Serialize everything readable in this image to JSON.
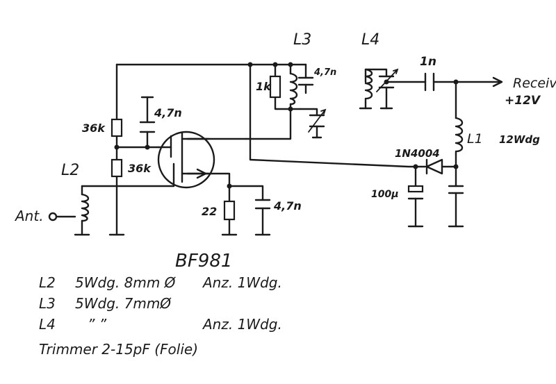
{
  "labels": {
    "l3": "L3",
    "l4": "L4",
    "c_1n": "1n",
    "receiver": "Receiver",
    "plus12v": "+12V",
    "c_47n_a": "4,7n",
    "r_1k": "1k",
    "c_47n_b": "4,7n",
    "r_36k_a": "36k",
    "r_36k_b": "36k",
    "l2": "L2",
    "ant": "Ant.",
    "l1": "L1",
    "l1_wdg": "12Wdg",
    "diode": "1N4004",
    "c_100u": "100µ",
    "r_22": "22",
    "c_47n_c": "4,7n",
    "transistor": "BF981"
  },
  "notes": [
    {
      "coil": "L2",
      "spec": "5Wdg. 8mm Ø",
      "tap": "Anz. 1Wdg."
    },
    {
      "coil": "L3",
      "spec": "5Wdg. 7mmØ",
      "tap": ""
    },
    {
      "coil": "L4",
      "spec": "”          ”",
      "tap": "Anz. 1Wdg."
    }
  ],
  "trimmer": "Trimmer 2-15pF (Folie)"
}
